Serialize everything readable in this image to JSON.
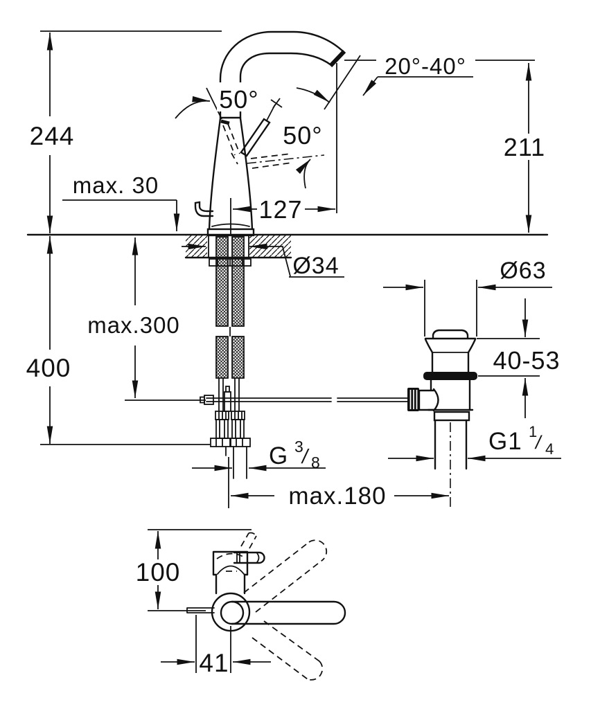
{
  "drawing": {
    "background_color": "#ffffff",
    "ink_color": "#111111",
    "front_view": {
      "overall_height": "244",
      "deck_thickness_max": "max. 30",
      "lever_open_angle": "50°",
      "lever_swing_angle": "50°",
      "spout_angle_range": "20°-40°",
      "outlet_height": "211",
      "spout_reach": "127",
      "mounting_hole_diameter": "Ø34",
      "hose_length_max": "max.300",
      "clearance_below_deck": "400",
      "waste_flange_diameter": "Ø63",
      "basin_clamping_range": "40-53",
      "waste_distance_max": "max.180",
      "supply_thread": {
        "prefix": "G",
        "numerator": "3",
        "slash": "/",
        "denominator": "8"
      },
      "waste_thread": {
        "prefix": "G1",
        "numerator": "1",
        "slash": "/",
        "denominator": "4"
      }
    },
    "top_view": {
      "spout_projection": "100",
      "rod_to_axis_offset": "41"
    }
  }
}
